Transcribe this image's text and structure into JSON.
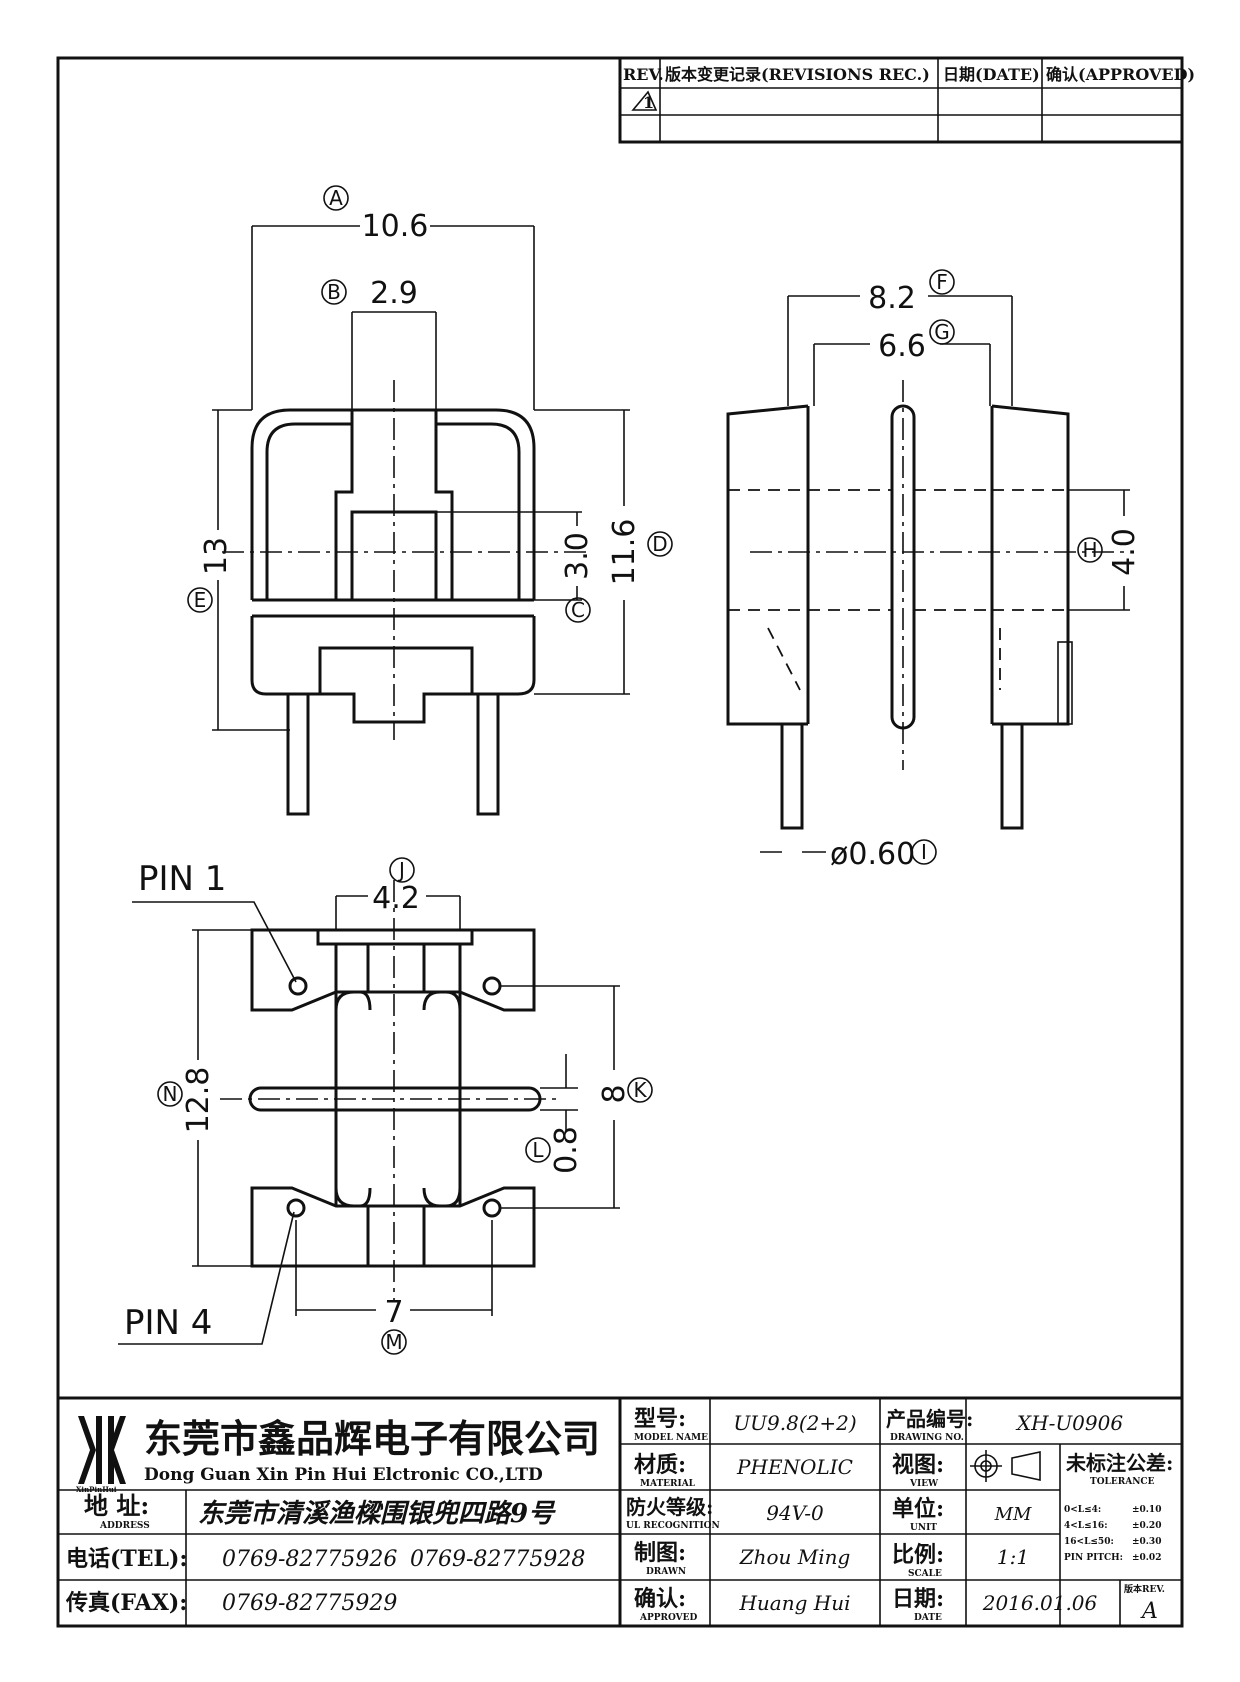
{
  "revision_table": {
    "rev": "REV.",
    "revisions": "版本变更记录(REVISIONS REC.)",
    "date": "日期(DATE)",
    "approved": "确认(APPROVED)",
    "rev_symbol": "1"
  },
  "dimensions": {
    "A": {
      "tag": "A",
      "value": "10.6"
    },
    "B": {
      "tag": "B",
      "value": "2.9"
    },
    "C": {
      "tag": "C",
      "value": "3.0"
    },
    "D": {
      "tag": "D",
      "value": "11.6"
    },
    "E": {
      "tag": "E",
      "value": "13"
    },
    "F": {
      "tag": "F",
      "value": "8.2"
    },
    "G": {
      "tag": "G",
      "value": "6.6"
    },
    "H": {
      "tag": "H",
      "value": "4.0"
    },
    "I": {
      "tag": "I",
      "value": "ø0.60"
    },
    "J": {
      "tag": "J",
      "value": "4.2"
    },
    "K": {
      "tag": "K",
      "value": "8"
    },
    "L": {
      "tag": "L",
      "value": "0.8"
    },
    "M": {
      "tag": "M",
      "value": "7"
    },
    "N": {
      "tag": "N",
      "value": "12.8"
    }
  },
  "pin_labels": {
    "pin1": "PIN 1",
    "pin4": "PIN 4"
  },
  "title_block": {
    "logo_text": "XinPinHui",
    "company_cn": "东莞市鑫品辉电子有限公司",
    "company_en": "Dong Guan Xin Pin Hui Elctronic CO.,LTD",
    "address_label_cn": "地 址:",
    "address_label_en": "ADDRESS",
    "address": "东莞市清溪渔樑围银兜四路9号",
    "tel_label": "电话(TEL):",
    "tel1": "0769-82775926",
    "tel2": "0769-82775928",
    "fax_label": "传真(FAX):",
    "fax": "0769-82775929",
    "model_label_cn": "型号:",
    "model_label_en": "MODEL NAME",
    "model": "UU9.8(2+2)",
    "material_label_cn": "材质:",
    "material_label_en": "MATERIAL",
    "material": "PHENOLIC",
    "ul_label_cn": "防火等级:",
    "ul_label_en": "UL RECOGNITION",
    "ul": "94V-0",
    "drawn_label_cn": "制图:",
    "drawn_label_en": "DRAWN",
    "drawn": "Zhou Ming",
    "approved_label_cn": "确认:",
    "approved_label_en": "APPROVED",
    "approved": "Huang Hui",
    "drawing_no_label_cn": "产品编号:",
    "drawing_no_label_en": "DRAWING NO.",
    "drawing_no": "XH-U0906",
    "view_label_cn": "视图:",
    "view_label_en": "VIEW",
    "unit_label_cn": "单位:",
    "unit_label_en": "UNIT",
    "unit": "MM",
    "scale_label_cn": "比例:",
    "scale_label_en": "SCALE",
    "scale": "1:1",
    "date_label_cn": "日期:",
    "date_label_en": "DATE",
    "date": "2016.01.06",
    "tolerance_label_cn": "未标注公差:",
    "tolerance_label_en": "TOLERANCE",
    "tolerances": [
      {
        "range": "0<L≤4:",
        "value": "±0.10"
      },
      {
        "range": "4<L≤16:",
        "value": "±0.20"
      },
      {
        "range": "16<L≤50:",
        "value": "±0.30"
      },
      {
        "range": "PIN PITCH:",
        "value": "±0.02"
      }
    ],
    "version_label": "版本REV.",
    "version": "A"
  }
}
